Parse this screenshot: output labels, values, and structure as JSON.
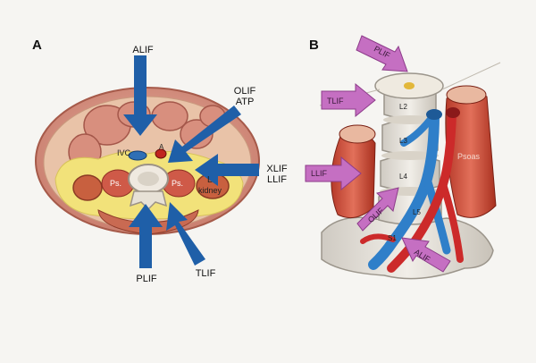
{
  "panel_a": {
    "letter": "A",
    "labels": {
      "alif": "ALIF",
      "olif": "OLIF",
      "atp": "ATP",
      "xlif": "XLIF",
      "llif": "LLIF",
      "plif": "PLIF",
      "tlif": "TLIF"
    },
    "anatomy": {
      "ivc": "IVC",
      "ao": "A",
      "ps_left": "Ps.",
      "ps_right": "Ps.",
      "kidney_l": "L",
      "kidney": "kidney"
    }
  },
  "panel_b": {
    "letter": "B",
    "arrows": {
      "plif": "PLIF",
      "tlif": "TLIF",
      "llif": "LLIF",
      "olif": "OLIF",
      "alif": "ALIF"
    },
    "anatomy": {
      "l2": "L2",
      "l3": "L3",
      "l4": "L4",
      "l5": "L5",
      "s1": "S1",
      "psoas": "Psoas"
    }
  },
  "colors": {
    "arrow_blue": "#1f5fa8",
    "arrow_purple": "#c56fc2",
    "muscle": "#c94a36",
    "fat": "#f2e27a",
    "bone": "#e7e3dc",
    "artery": "#cc2a2a",
    "vein": "#2f7fc9"
  }
}
